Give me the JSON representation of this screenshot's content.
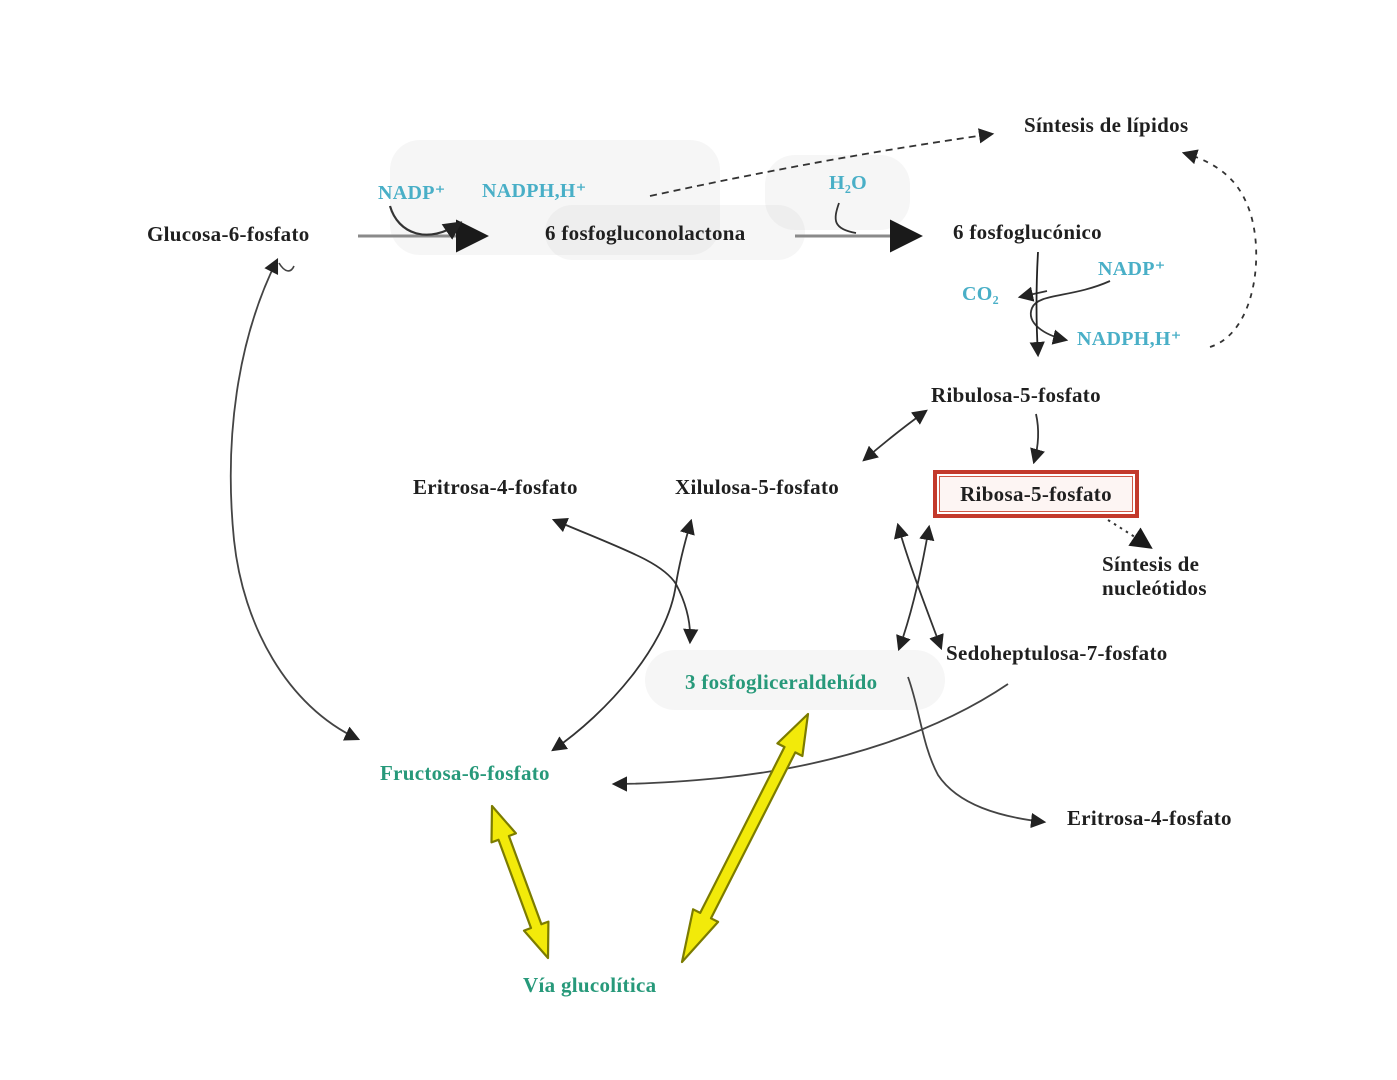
{
  "diagram": {
    "kind": "metabolic-pathway-diagram",
    "language": "es",
    "pathway": "pentosas fosfato"
  },
  "nodes": {
    "glucosa_6_fosfato": "Glucosa-6-fosfato",
    "fosfogluconolactona": "6 fosfogluconolactona",
    "fosfogluconico": "6 fosfoglucónico",
    "ribulosa_5_fosfato": "Ribulosa-5-fosfato",
    "xilulosa_5_fosfato": "Xilulosa-5-fosfato",
    "ribosa_5_fosfato": "Ribosa-5-fosfato",
    "eritrosa_4_fosfato_superior": "Eritrosa-4-fosfato",
    "sedoheptulosa_7_fosfato": "Sedoheptulosa-7-fosfato",
    "fosfogliceraldehido": "3 fosfogliceraldehído",
    "fructosa_6_fosfato": "Fructosa-6-fosfato",
    "eritrosa_4_fosfato_inferior": "Eritrosa-4-fosfato",
    "via_glucolitica": "Vía glucolítica",
    "sintesis_lipidos": "Síntesis de lípidos",
    "sintesis_nucleotidos_linea1": "Síntesis de",
    "sintesis_nucleotidos_linea2": "nucleótidos"
  },
  "cofactors": {
    "nadp_1": "NADP⁺",
    "nadph_1": "NADPH,H⁺",
    "h2o": "H₂O",
    "nadp_2": "NADP⁺",
    "co2": "CO₂",
    "nadph_2": "NADPH,H⁺"
  },
  "colors": {
    "cofactor_cyan": "#49afc7",
    "glycolysis_green": "#27997a",
    "highlight_box_red": "#c3392b",
    "glycolysis_arrow_yellow": "#f2ea0a",
    "text_black": "#1f1f1f",
    "main_line_gray": "#8a8a8a"
  },
  "highlight": {
    "boxed_node": "Ribosa-5-fosfato"
  }
}
